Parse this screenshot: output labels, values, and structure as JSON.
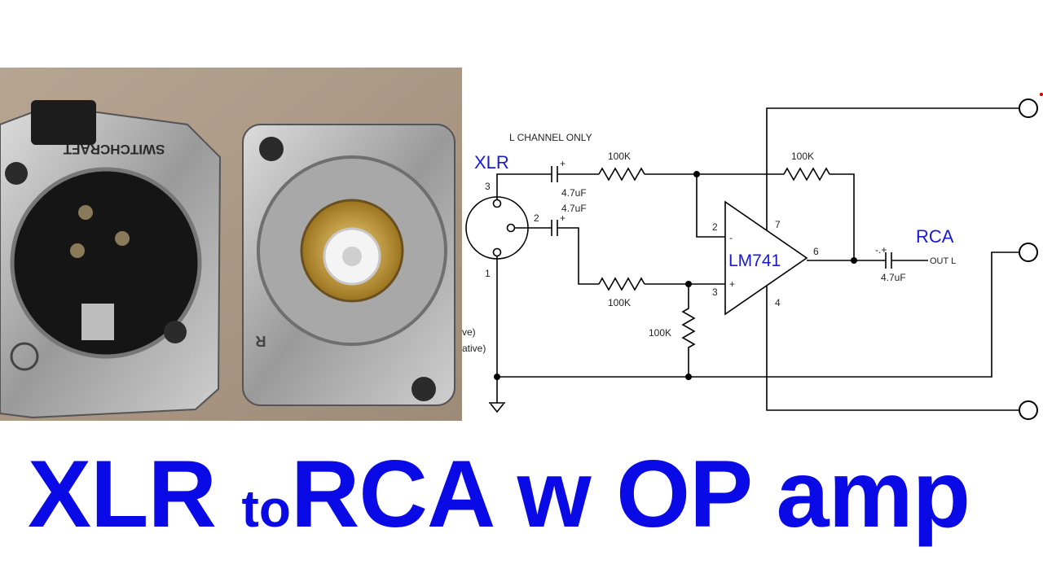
{
  "photo": {
    "xlr_brand_text": "SWITCHCRAFT",
    "rca_mark_text": "R"
  },
  "schematic": {
    "channel_note": "L CHANNEL ONLY",
    "xlr_label": "XLR",
    "rca_label": "RCA",
    "opamp_label": "LM741",
    "pin_labels": {
      "xlr_pin3": "3",
      "xlr_pin2": "2",
      "xlr_pin1": "1",
      "op_pin2": "2",
      "op_pin3": "3",
      "op_pin7": "7",
      "op_pin6": "6",
      "op_pin4": "4"
    },
    "opamp_minus": "-",
    "opamp_plus": "+",
    "cap_top": "4.7uF",
    "cap_mid": "4.7uF",
    "cap_out": "4.7uF",
    "cap_plus": "+",
    "cap_out_marks": "-.+",
    "res_top": "100K",
    "res_feedback": "100K",
    "res_bottom": "100K",
    "res_shunt": "100K",
    "out_label": "OUT L",
    "partial_left_1": "ve)",
    "partial_left_2": "ative)"
  },
  "headline": {
    "part1": "XLR ",
    "part2": "to",
    "part3": "RCA w OP amp"
  }
}
